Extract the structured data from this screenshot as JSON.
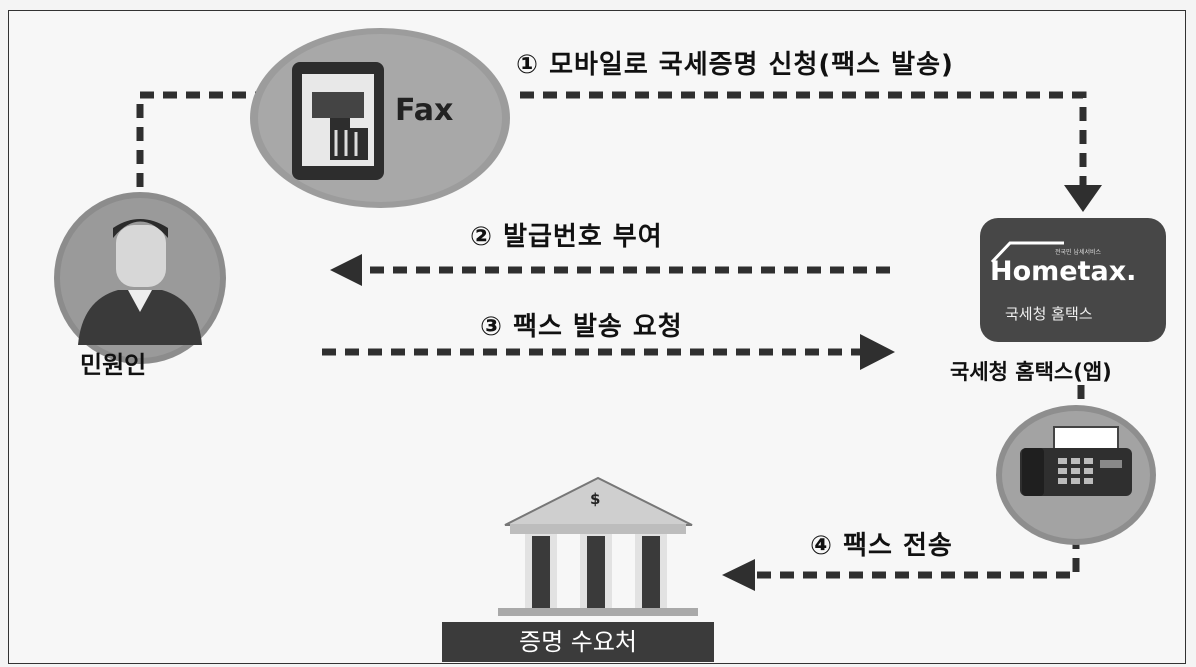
{
  "steps": {
    "step1": "① 모바일로 국세증명 신청(팩스 발송)",
    "step2": "② 발급번호 부여",
    "step3": "③ 팩스 발송 요청",
    "step4": "④ 팩스 전송"
  },
  "nodes": {
    "applicant": "민원인",
    "hometax": "국세청 홈택스(앱)",
    "recipient": "증명 수요처"
  },
  "hometax_logo": {
    "brand": "Hometax.",
    "subtitle": "국세청 홈택스",
    "tagline": "전국민 납세서비스"
  },
  "fax_icon_text": "Fax",
  "bank_symbol": "$",
  "colors": {
    "arrow": "#2f2f2f",
    "circle": "#9a9a9a",
    "hometax_tile": "#4a4a4a",
    "label_bar": "#3b3b3b"
  }
}
